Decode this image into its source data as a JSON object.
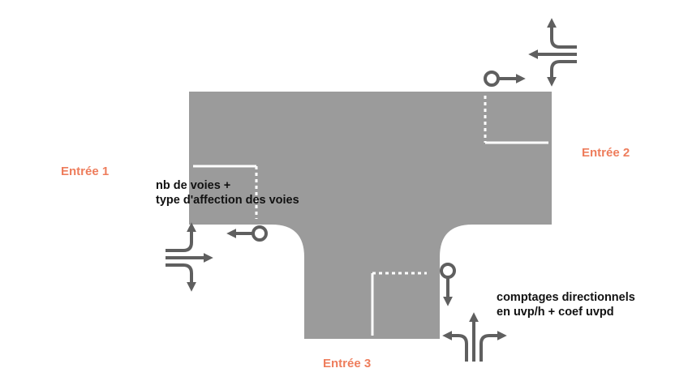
{
  "labels": {
    "entree_1": "Entrée 1",
    "entree_2": "Entrée 2",
    "entree_3": "Entrée 3"
  },
  "annotations": {
    "lanes_line_1": "nb de voies +",
    "lanes_line_2": "type d'affection des voies",
    "counts_line_1": "comptages directionnels",
    "counts_line_2": "en uvp/h + coef uvpd"
  },
  "colors": {
    "road": "#9b9b9b",
    "marking": "#ffffff",
    "arrow": "#5f5f5f",
    "entry_label": "#ee7d5c",
    "note_text": "#111111"
  },
  "icons": {
    "turn_arrows": "lane-direction-arrows",
    "count_probe": "counter-probe-arrow"
  }
}
